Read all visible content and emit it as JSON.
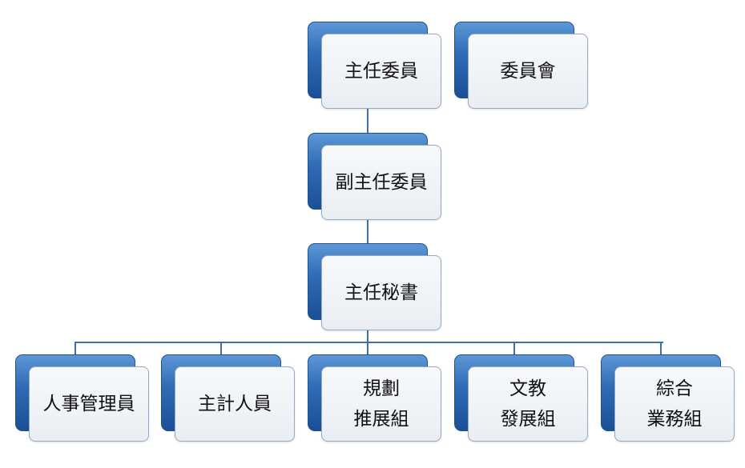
{
  "diagram": {
    "nodes": {
      "chief_commissioner": {
        "lines": [
          "主任委員"
        ]
      },
      "committee": {
        "lines": [
          "委員會"
        ]
      },
      "deputy_chief_commissioner": {
        "lines": [
          "副主任委員"
        ]
      },
      "chief_secretary": {
        "lines": [
          "主任秘書"
        ]
      },
      "personnel_manager": {
        "lines": [
          "人事管理員"
        ]
      },
      "accountant": {
        "lines": [
          "主計人員"
        ]
      },
      "planning_promotion_group": {
        "lines": [
          "規劃",
          "推展組"
        ]
      },
      "culture_education_development_group": {
        "lines": [
          "文教",
          "發展組"
        ]
      },
      "general_affairs_group": {
        "lines": [
          "綜合",
          "業務組"
        ]
      }
    },
    "relations": [
      {
        "from": "chief_commissioner",
        "to": "deputy_chief_commissioner"
      },
      {
        "from": "deputy_chief_commissioner",
        "to": "chief_secretary"
      },
      {
        "from": "chief_secretary",
        "to": "personnel_manager"
      },
      {
        "from": "chief_secretary",
        "to": "accountant"
      },
      {
        "from": "chief_secretary",
        "to": "planning_promotion_group"
      },
      {
        "from": "chief_secretary",
        "to": "culture_education_development_group"
      },
      {
        "from": "chief_secretary",
        "to": "general_affairs_group"
      }
    ]
  }
}
